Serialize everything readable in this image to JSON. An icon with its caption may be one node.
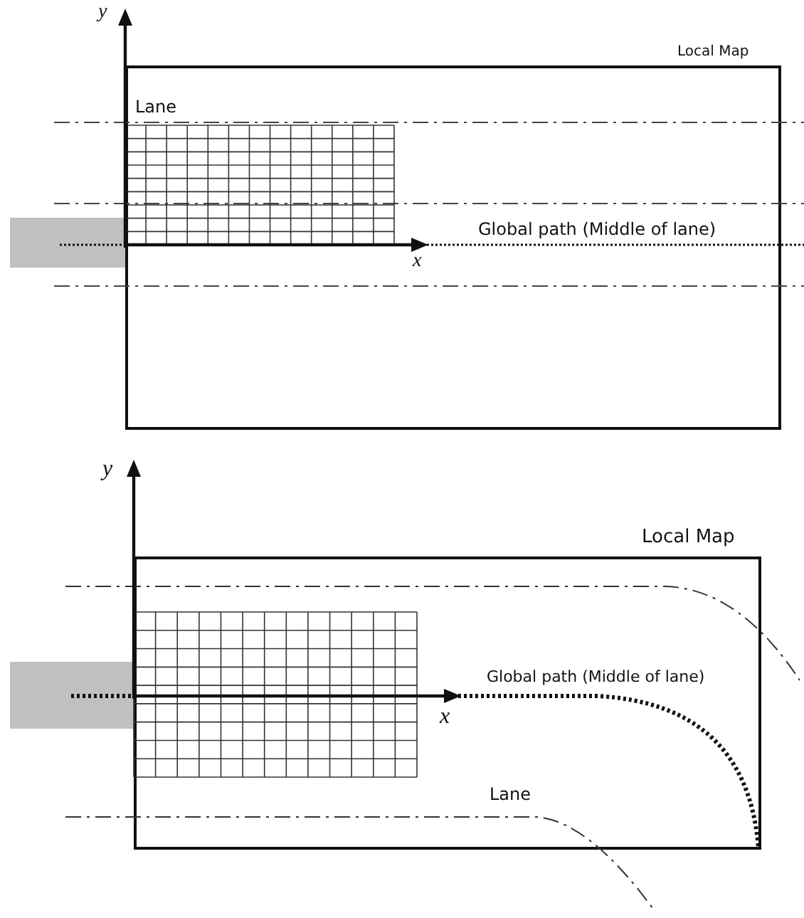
{
  "diagram": {
    "nodes": [
      {
        "text": [
          "Local Map"
        ]
      },
      {
        "text": [
          "Local Map"
        ]
      }
    ],
    "labels": [
      "y",
      "Lane",
      "Global path (Middle of lane)",
      "x",
      "y",
      "Global path (Middle of lane)",
      "x",
      "Lane"
    ]
  }
}
